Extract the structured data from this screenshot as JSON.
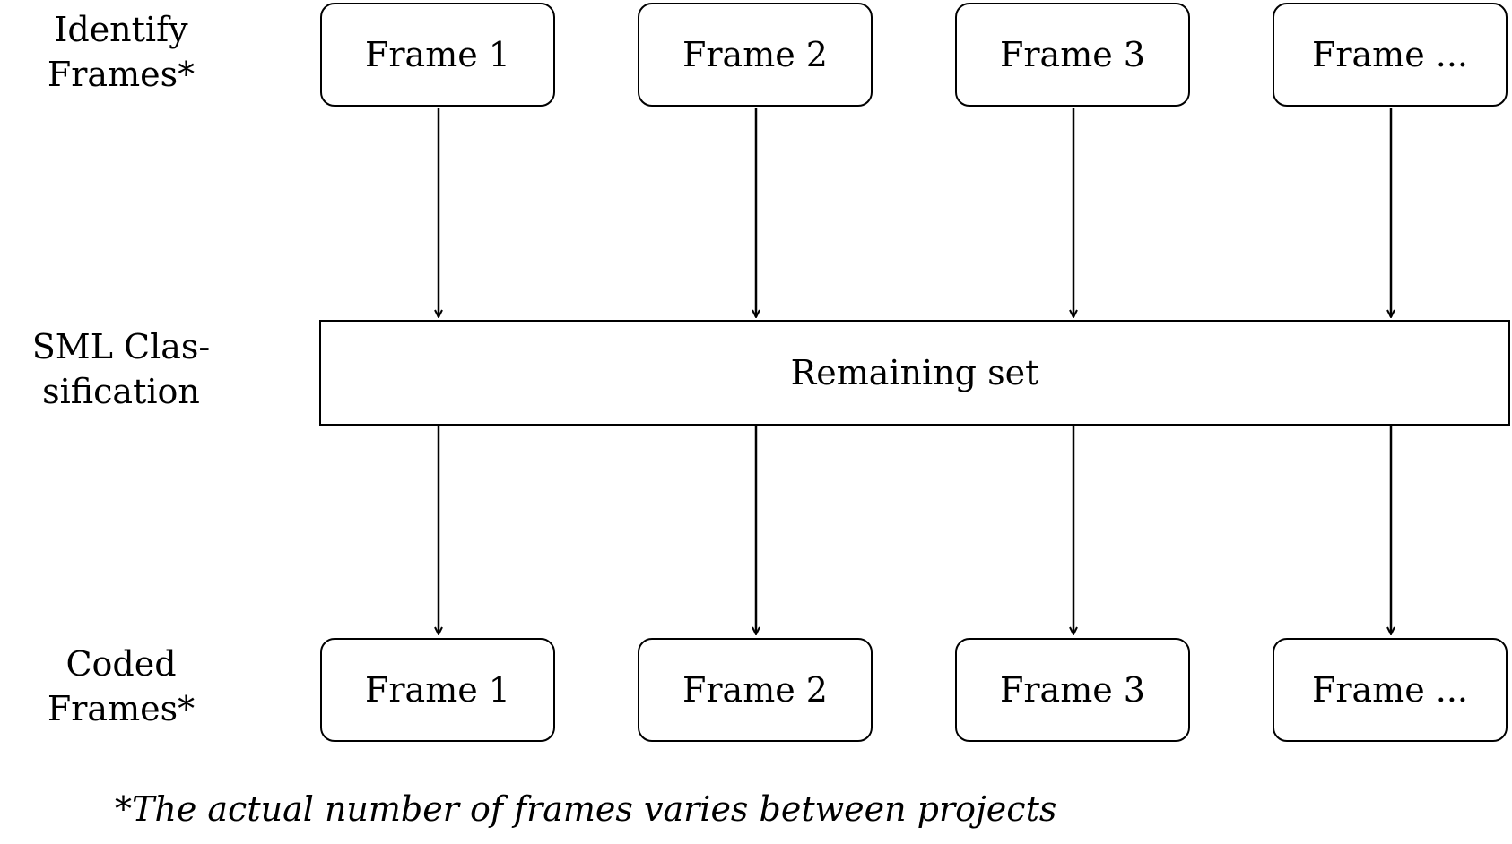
{
  "row_labels": {
    "identify": [
      "Identify",
      "Frames*"
    ],
    "classification": [
      "SML Clas-",
      "sification"
    ],
    "coded": [
      "Coded",
      "Frames*"
    ]
  },
  "top_frames": [
    "Frame 1",
    "Frame 2",
    "Frame 3",
    "Frame ..."
  ],
  "middle_box": "Remaining set",
  "bottom_frames": [
    "Frame 1",
    "Frame 2",
    "Frame 3",
    "Frame ..."
  ],
  "footnote": "*The actual number of frames varies between projects",
  "colors": {
    "stroke": "#000000",
    "background": "#ffffff"
  }
}
